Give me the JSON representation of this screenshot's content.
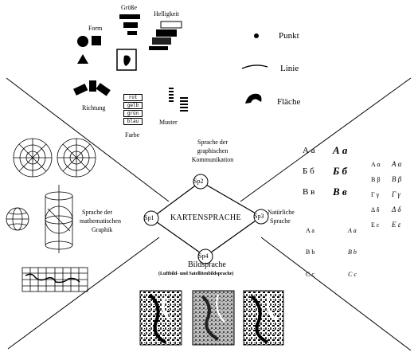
{
  "visual_variables": {
    "form": "Form",
    "size": "Größe",
    "brightness": "Helligkeit",
    "direction": "Richtung",
    "color": "Farbe",
    "pattern": "Muster",
    "color_tags": [
      "rot",
      "gelb",
      "grün",
      "blau"
    ]
  },
  "primitives": {
    "point": "Punkt",
    "line": "Linie",
    "area": "Fläche"
  },
  "center": {
    "title": "KARTENSPRACHE",
    "sp1": "Sp1",
    "sp2": "Sp2",
    "sp3": "Sp3",
    "sp4": "Sp4"
  },
  "languages": {
    "graphic_1": "Sprache der",
    "graphic_2": "graphischen",
    "graphic_3": "Kommunikation",
    "math_1": "Sprache der",
    "math_2": "mathematischen",
    "math_3": "Graphik",
    "natural_1": "Natürliche",
    "natural_2": "Sprache",
    "image_1": "Bildsprache",
    "image_2": "(Luftbild- und Satellitenbildsprache)"
  },
  "alphabets": {
    "cyrillic": [
      {
        "plain": "А а",
        "italic": "А а"
      },
      {
        "plain": "Б б",
        "italic": "Б б"
      },
      {
        "plain": "В в",
        "italic": "В в"
      }
    ],
    "greek": [
      {
        "plain": "Α α",
        "italic": "Α α"
      },
      {
        "plain": "Β β",
        "italic": "Β β"
      },
      {
        "plain": "Γ γ",
        "italic": "Γ γ"
      },
      {
        "plain": "Δ δ",
        "italic": "Δ δ"
      },
      {
        "plain": "Ε ε",
        "italic": "Ε ε"
      }
    ],
    "latin": [
      {
        "plain": "A a",
        "italic": "A a"
      },
      {
        "plain": "B b",
        "italic": "B b"
      },
      {
        "plain": "C c",
        "italic": "C c"
      }
    ]
  }
}
